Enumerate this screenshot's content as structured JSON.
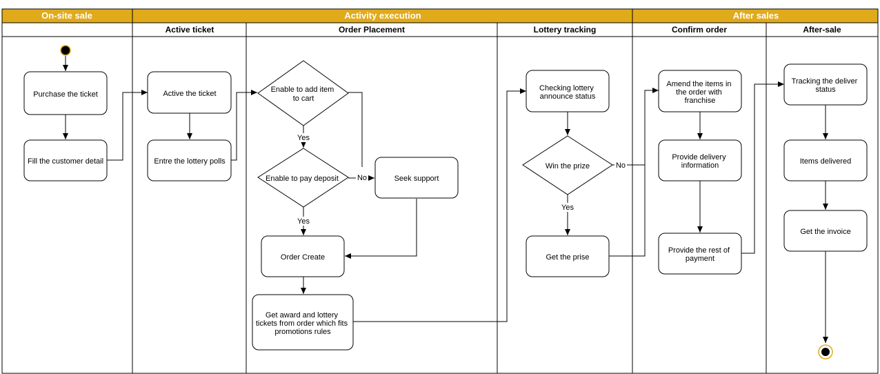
{
  "header": {
    "phases": {
      "onsite": "On-site sale",
      "activity": "Activity execution",
      "after": "After sales"
    },
    "lanes": {
      "active_ticket": "Active ticket",
      "order_placement": "Order Placement",
      "lottery_tracking": "Lottery tracking",
      "confirm_order": "Confirm order",
      "after_sale": "After-sale"
    }
  },
  "nodes": {
    "purchase": "Purchase the ticket",
    "fill_detail": "Fill the customer detail",
    "active": "Active the ticket",
    "entre": "Entre the lottery polls",
    "add_cart": [
      "Enable to add item",
      "to cart"
    ],
    "pay_deposit": "Enable to pay deposit",
    "seek_support": "Seek support",
    "order_create": "Order Create",
    "get_award": [
      "Get award and lottery",
      "tickets from order which fits",
      "promotions rules"
    ],
    "check_lottery": [
      "Checking lottery",
      "announce status"
    ],
    "win_prize": "Win the prize",
    "get_prise": "Get the prise",
    "amend": [
      "Amend the items in",
      "the order with",
      "franchise"
    ],
    "delivery_info": [
      "Provide delivery",
      "information"
    ],
    "rest_payment": [
      "Provide the rest of",
      "payment"
    ],
    "tracking": [
      "Tracking the deliver",
      "status"
    ],
    "delivered": "Items delivered",
    "invoice": "Get the invoice"
  },
  "edge_labels": {
    "yes": "Yes",
    "no": "No"
  },
  "colors": {
    "header_fill": "#e0aa1a",
    "line": "#000000",
    "end_ring": "#e0aa1a"
  }
}
